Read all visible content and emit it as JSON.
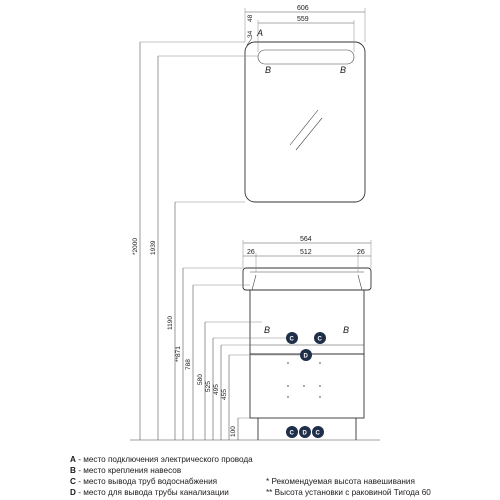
{
  "dimensions": {
    "mirror_width": "606",
    "mirror_inner_width": "559",
    "mirror_left_offset_1": "48",
    "mirror_left_offset_2": "34",
    "cabinet_width": "564",
    "cabinet_inner_width": "512",
    "cabinet_left_margin": "26",
    "cabinet_right_margin": "26",
    "height_2000": "*2000",
    "height_1939": "1939",
    "height_1190": "1190",
    "height_871": "**871",
    "height_788": "788",
    "height_580": "580",
    "height_525": "525",
    "height_495": "495",
    "height_455": "455",
    "height_100": "100"
  },
  "markers": {
    "a": "A",
    "b_mirror_left": "B",
    "b_mirror_right": "B",
    "b_cabinet_left": "B",
    "b_cabinet_right": "B",
    "c_top_left": "C",
    "c_top_right": "C",
    "d_center": "D",
    "c_bottom_left": "C",
    "d_bottom": "D",
    "c_bottom_right": "C"
  },
  "legend": {
    "a_key": "A",
    "a_text": " - место подключения электрического провода",
    "b_key": "B",
    "b_text": " - место крепления навесов",
    "c_key": "C",
    "c_text": " - место вывода труб водоснабжения",
    "d_key": "D",
    "d_text": " - место для вывода трубы канализации",
    "note_1": "* Рекомендуемая высота навешивания",
    "note_2": "** Высота установки с раковиной Тигода 60"
  }
}
